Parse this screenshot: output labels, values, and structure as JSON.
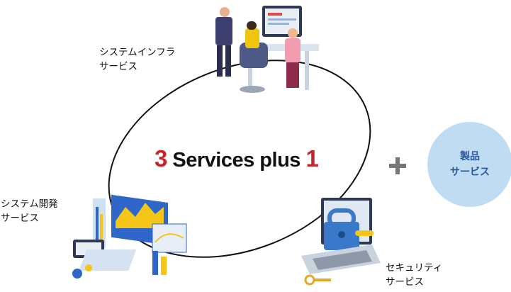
{
  "title": {
    "prefix_number": "3",
    "text": "Services plus",
    "suffix_number": "1"
  },
  "services": [
    {
      "line1": "システムインフラ",
      "line2": "サービス"
    },
    {
      "line1": "システム開発",
      "line2": "サービス"
    },
    {
      "line1": "セキュリティ",
      "line2": "サービス"
    }
  ],
  "product": {
    "line1": "製品",
    "line2": "サービス"
  },
  "colors": {
    "accent_red": "#c8232c",
    "product_bg": "#bfdcf3",
    "product_text": "#2a58a0",
    "plus": "#777777"
  }
}
